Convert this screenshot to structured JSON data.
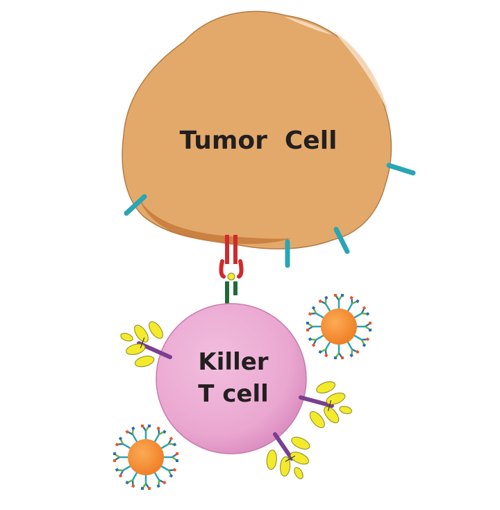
{
  "labels": {
    "tumor_cell": "Tumor  Cell",
    "killer_line1": "Killer",
    "killer_line2": "T cell"
  },
  "colors": {
    "tumor_fill": "#e3a96b",
    "tumor_shadow": "#c57a3a",
    "tumor_highlight": "#f6dcc0",
    "killer_fill": "#eaa7d0",
    "killer_shadow": "#d786bc",
    "receptor_teal": "#2aa5b3",
    "receptor_red": "#d12a2b",
    "receptor_green": "#1f6b36",
    "linker_purple": "#7a3f8e",
    "antibody_yellow": "#f3ea2c",
    "nanoparticle_orange": "#f58a2b"
  }
}
